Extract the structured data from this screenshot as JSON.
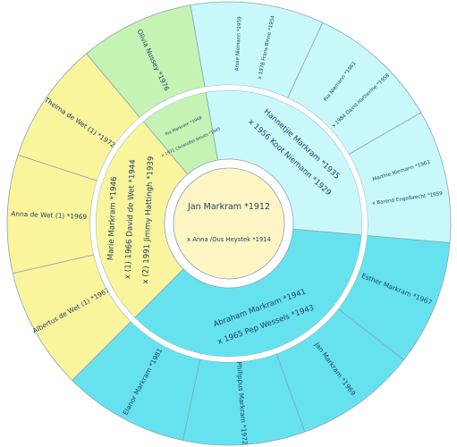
{
  "colors": {
    "yellow": "#faf49c",
    "blue": "#66e2ef",
    "light_blue": "#c9f8fb",
    "green": "#c4f3b3",
    "center": "#fdf6c4",
    "line": "#8aa3bd",
    "text": "#1f3f66"
  },
  "center": {
    "name": "Jan Markram *1912",
    "spouse": "x Anna /Ous Heystek *1914"
  },
  "ring1": [
    {
      "lines": [
        "Hannetjie Markram *1935",
        "x 1956 Koot Niemann *1929"
      ],
      "color": "light_blue",
      "start": -10,
      "end": 95
    },
    {
      "lines": [
        "Abraham Markram *1941",
        "x 1965 Pep Wessels *1943"
      ],
      "color": "blue",
      "start": 95,
      "end": 225
    },
    {
      "lines": [
        "Marie Markram *1946",
        "x (1) 1966 David de Wet *1944",
        "x (2) 1991 Jimmy Hattingh *1939"
      ],
      "color": "yellow",
      "start": 225,
      "end": 320
    },
    {
      "lines": [
        "Ria Markram *1948",
        "x 1971 Christoffel Smuts *1945"
      ],
      "color": "green",
      "start": 320,
      "end": 350
    }
  ],
  "ring2": [
    {
      "lines": [
        "Ansie Niemann *1959",
        "x 1978 Frans Binne *1954"
      ],
      "color": "light_blue",
      "start": -10,
      "end": 25
    },
    {
      "lines": [
        "Ria Niemann *1961",
        "x 1984 David Hatherine *1958"
      ],
      "color": "light_blue",
      "start": 25,
      "end": 60
    },
    {
      "lines": [
        "Marthie Niemann *1963",
        "x Barend Engelbrecht *1959"
      ],
      "color": "light_blue",
      "start": 60,
      "end": 95
    },
    {
      "lines": [
        "Esther Markram *1967"
      ],
      "color": "blue",
      "start": 95,
      "end": 128
    },
    {
      "lines": [
        "Jan Markram *1969"
      ],
      "color": "blue",
      "start": 128,
      "end": 160
    },
    {
      "lines": [
        "Philippus Markram *1972"
      ],
      "color": "blue",
      "start": 160,
      "end": 192
    },
    {
      "lines": [
        "Elanor Markram *1981"
      ],
      "color": "blue",
      "start": 192,
      "end": 225
    },
    {
      "lines": [
        "Albertus de Wet (1) *1967"
      ],
      "color": "yellow",
      "start": 225,
      "end": 257
    },
    {
      "lines": [
        "Anna de Wet (1) *1969"
      ],
      "color": "yellow",
      "start": 257,
      "end": 288
    },
    {
      "lines": [
        "Thelma de Wet (1) *1972"
      ],
      "color": "yellow",
      "start": 288,
      "end": 320
    },
    {
      "lines": [
        "Olivia Nussey *1976"
      ],
      "color": "green",
      "start": 320,
      "end": 350
    }
  ]
}
